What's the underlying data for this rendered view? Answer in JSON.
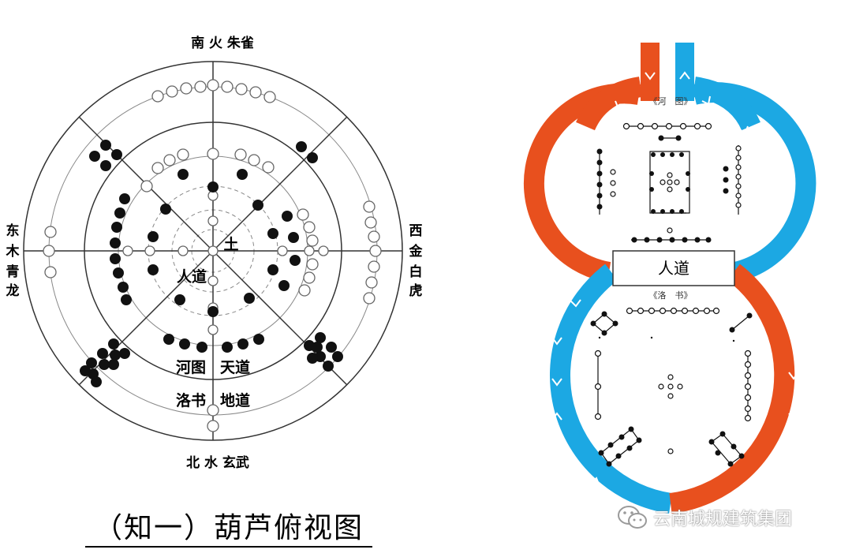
{
  "left_diagram": {
    "directions": {
      "south": "南 火 朱雀",
      "north": "北 水 玄武",
      "east": [
        "东",
        "木",
        "青",
        "龙"
      ],
      "west": [
        "西",
        "金",
        "白",
        "虎"
      ]
    },
    "center_label": "土",
    "inner_label": "人道",
    "lower_labels": {
      "hetu": "河图",
      "tiandao": "天道",
      "luoshu": "洛书",
      "didao": "地道"
    }
  },
  "caption": "（知一）葫芦俯视图",
  "right_diagram": {
    "hetu_title": "《河　图》",
    "middle_box": "人道",
    "luoshu_title": "《洛　书》",
    "colors": {
      "red": "#e8501e",
      "blue": "#1ca8e3"
    }
  },
  "watermark": {
    "text": "云南城规建筑集团",
    "icon": "wechat-icon"
  }
}
